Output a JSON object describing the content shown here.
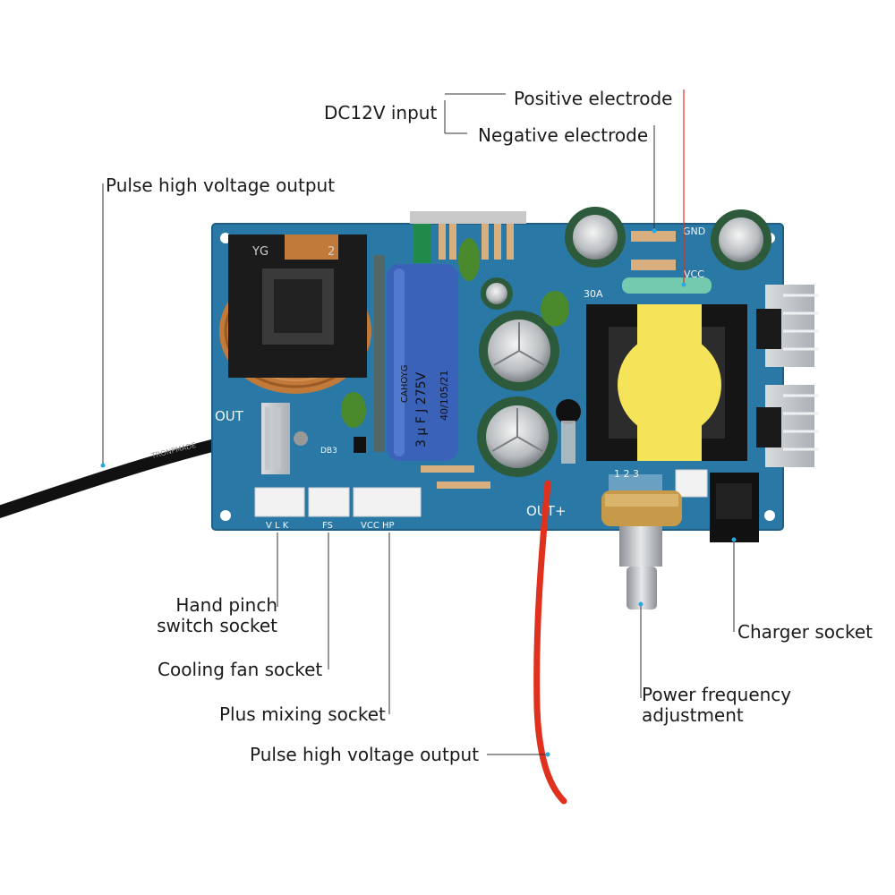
{
  "labels": {
    "dc12v_input": "DC12V input",
    "positive_electrode": "Positive electrode",
    "negative_electrode": "Negative electrode",
    "pulse_hv_output_top": "Pulse high voltage output",
    "hand_pinch_line1": "Hand pinch",
    "hand_pinch_line2": "switch socket",
    "cooling_fan_socket": "Cooling fan socket",
    "plus_mixing_socket": "Plus mixing socket",
    "pulse_hv_output_bottom": "Pulse high voltage output",
    "power_freq_line1": "Power frequency",
    "power_freq_line2": "adjustment",
    "charger_socket": "Charger socket"
  },
  "silkscreen": {
    "out": "OUT",
    "out_plus": "OUT+",
    "vlk": "V L K",
    "fs": "FS",
    "vcc_hp": "VCC  HP",
    "gnd": "GND",
    "vcc": "VCC",
    "fuse_rating": "30A",
    "pot_pins": "1 2 3",
    "cap_text_1": "3 μ F J 275V",
    "cap_text_2": "40/105/21",
    "cap_brand": "CAHOYG",
    "transformer_marking": "YG",
    "coil_num": "2",
    "cable_print": "TRONPMADE",
    "db_label": "DB3"
  },
  "colors": {
    "pcb": "#2a78a6",
    "yellow_tape": "#f5e35a",
    "electrolytic": "#2d5a3a",
    "film_cap": "#3a62b8",
    "red_wire": "#e0301e",
    "black_wire": "#111111"
  }
}
